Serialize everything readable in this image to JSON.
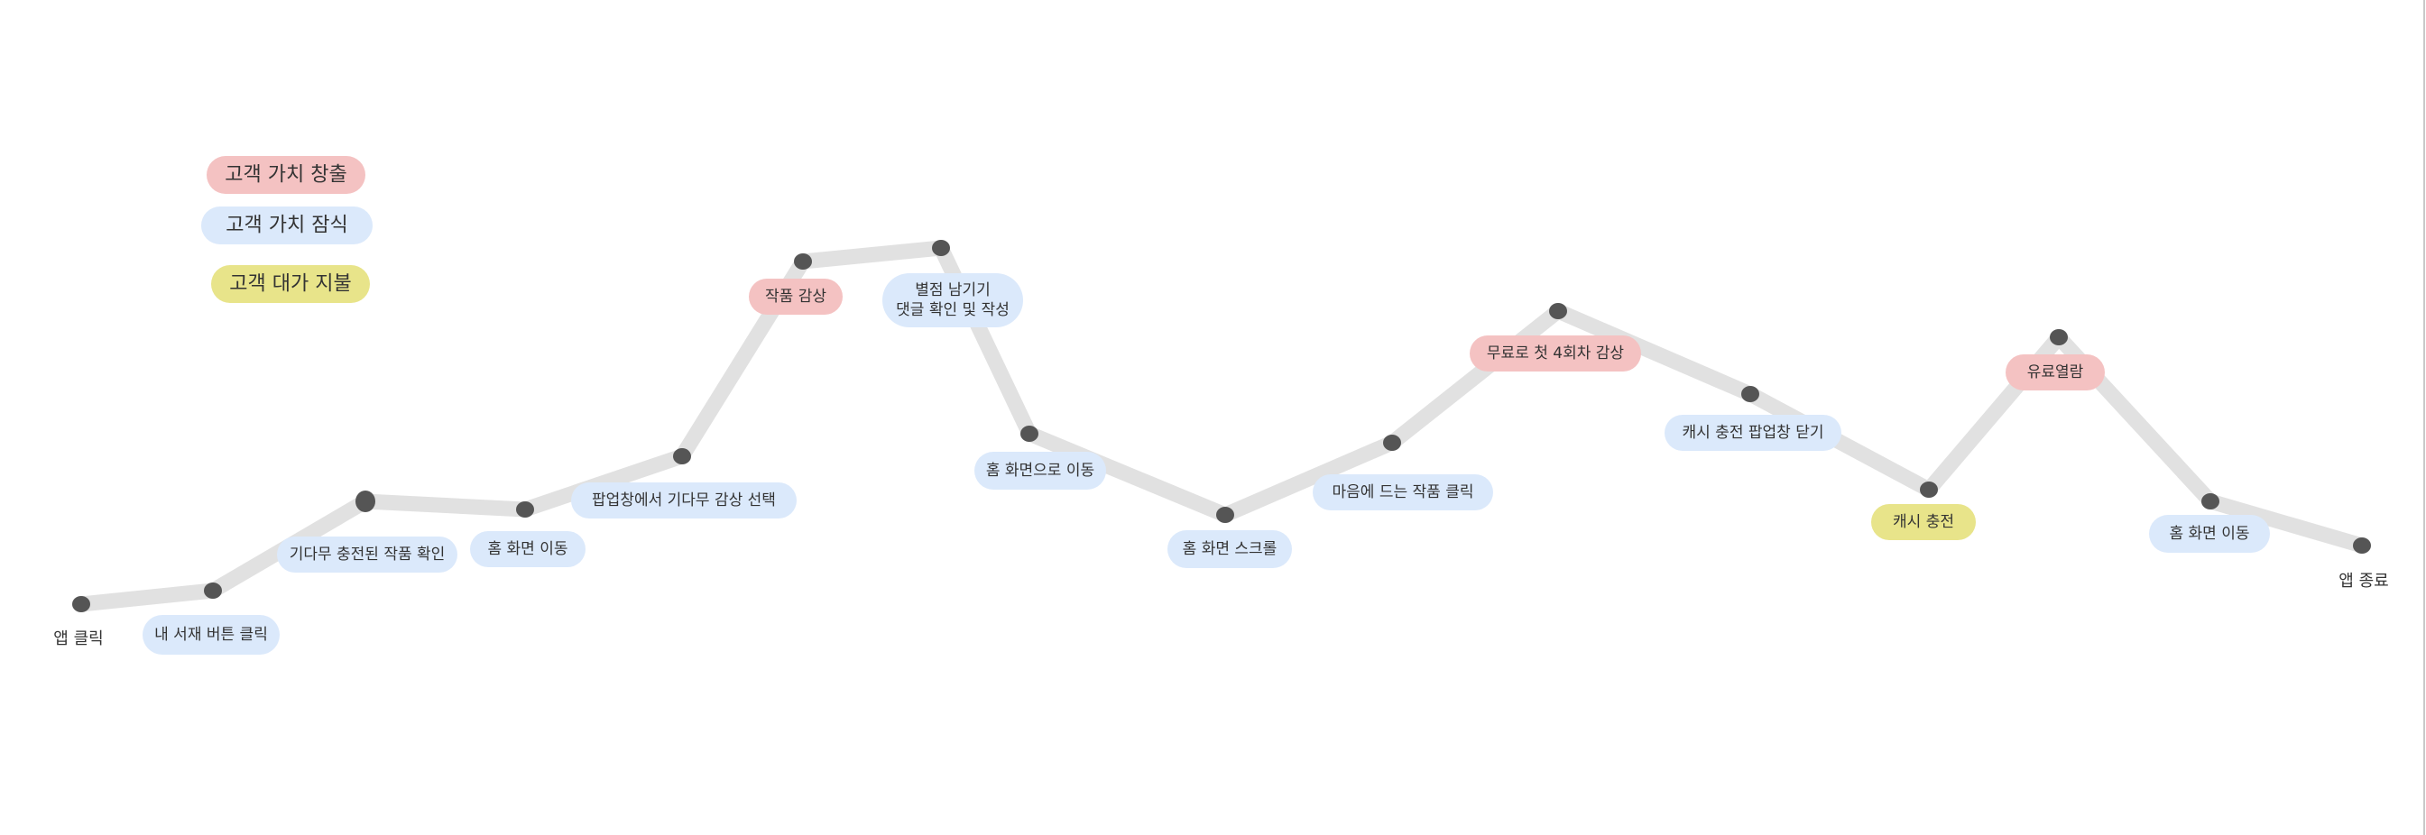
{
  "legend": [
    {
      "label": "고객 가치 창출",
      "color": "#f4c2c2"
    },
    {
      "label": "고객 가치 잠식",
      "color": "#dbe9fb"
    },
    {
      "label": "고객 대가 지불",
      "color": "#e8e48a"
    }
  ],
  "colors": {
    "path": "#e1e1e1",
    "node": "#555555",
    "text": "#333333",
    "value_creation": "#f4c2c2",
    "value_erosion": "#dbe9fb",
    "payment": "#e8e48a"
  },
  "steps": [
    {
      "label": "앱 클릭",
      "category": "none"
    },
    {
      "label": "내 서재 버튼 클릭",
      "category": "value_erosion"
    },
    {
      "label": "기다무 충전된 작품 확인",
      "category": "value_erosion"
    },
    {
      "label": "홈 화면 이동",
      "category": "value_erosion"
    },
    {
      "label": "팝업창에서 기다무 감상 선택",
      "category": "value_erosion"
    },
    {
      "label": "작품 감상",
      "category": "value_creation"
    },
    {
      "label": "별점 남기기\n댓글 확인 및 작성",
      "category": "value_erosion"
    },
    {
      "label": "홈 화면으로 이동",
      "category": "value_erosion"
    },
    {
      "label": "홈 화면 스크롤",
      "category": "value_erosion"
    },
    {
      "label": "마음에 드는 작품 클릭",
      "category": "value_erosion"
    },
    {
      "label": "무료로 첫 4회차 감상",
      "category": "value_creation"
    },
    {
      "label": "캐시 충전 팝업창 닫기",
      "category": "value_erosion"
    },
    {
      "label": "캐시 충전",
      "category": "payment"
    },
    {
      "label": "유료열람",
      "category": "value_creation"
    },
    {
      "label": "홈 화면 이동",
      "category": "value_erosion"
    },
    {
      "label": "앱 종료",
      "category": "none"
    }
  ]
}
